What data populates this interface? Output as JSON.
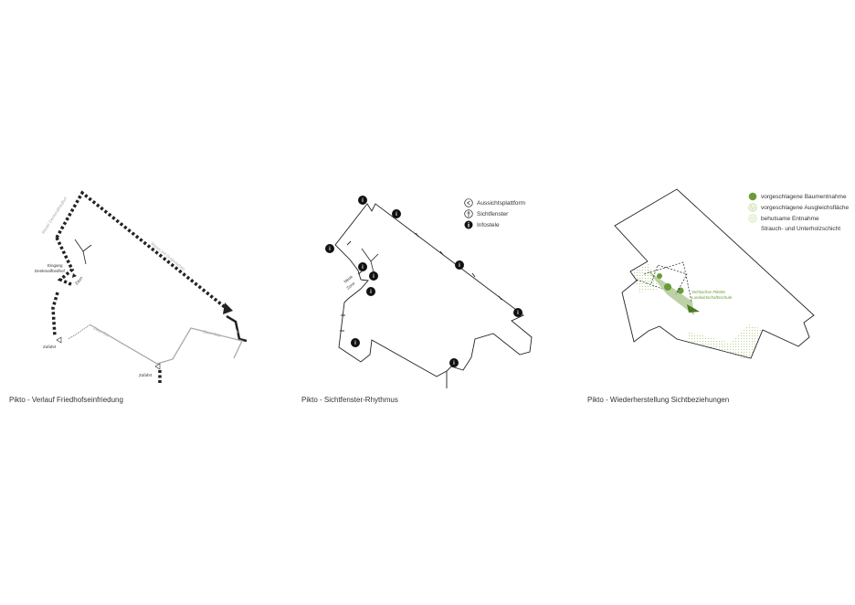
{
  "panels": [
    {
      "caption": "Pikto - Verlauf Friedhofseinfriedung",
      "labels": {
        "entrance": "Eingang\nDenkmalfriedhof",
        "access_left": "Zufahrt",
        "access_bottom": "Zufahrt"
      }
    },
    {
      "caption": "Pikto - Sichtfenster-Rhythmus",
      "legend": [
        {
          "icon": "viewing-platform-icon",
          "label": "Aussichtsplattform"
        },
        {
          "icon": "sight-window-icon",
          "label": "Sichtfenster"
        },
        {
          "icon": "info-icon",
          "label": "Infostele"
        }
      ]
    },
    {
      "caption": "Pikto - Wiederherstellung Sichtbeziehungen",
      "legend": [
        {
          "icon": "tree-removal-icon",
          "label": "vorgeschlagene Baumentnahme",
          "color": "#6a9b3a"
        },
        {
          "icon": "compensation-area-icon",
          "label": "vorgeschlagene Ausgleichsfläche",
          "color": "#b9d48c"
        },
        {
          "icon": "careful-removal-icon",
          "label": "behutsame Entnahme\nStrauch- und Unterholzschicht",
          "color": "#cfe2ad"
        }
      ]
    }
  ],
  "colors": {
    "line": "#222222",
    "gray_wall": "#aaaaaa",
    "green": "#6a9b3a",
    "light_green": "#b9d48c"
  }
}
